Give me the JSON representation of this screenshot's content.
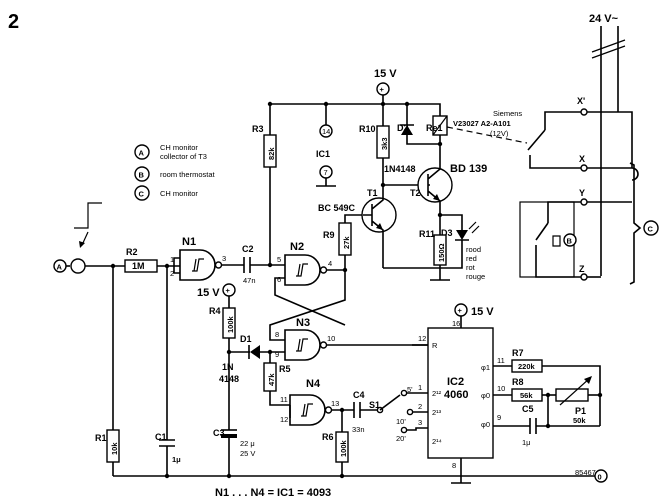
{
  "figure": {
    "number": "2",
    "code": "85467-2",
    "footer": "N1 . . . N4 = IC1 = 4093"
  },
  "power": {
    "supply_top": "15 V",
    "supply_left": "15 V",
    "supply_ic2": "15 V",
    "ac_supply": "24 V~"
  },
  "legend": [
    {
      "letter": "A",
      "line1": "CH monitor",
      "line2": "collector of T3"
    },
    {
      "letter": "B",
      "line1": "room thermostat",
      "line2": ""
    },
    {
      "letter": "C",
      "line1": "CH monitor",
      "line2": ""
    }
  ],
  "gates": {
    "n1": "N1",
    "n2": "N2",
    "n3": "N3",
    "n4": "N4",
    "n1_pins": [
      "1",
      "2",
      "3"
    ],
    "n2_pins": [
      "5",
      "6",
      "4"
    ],
    "n3_pins": [
      "8",
      "9",
      "10"
    ],
    "n4_pins": [
      "11",
      "12",
      "13"
    ]
  },
  "ic1": {
    "name": "IC1",
    "pin_vdd": "14",
    "pin_gnd": "7"
  },
  "ic2": {
    "name": "IC2",
    "type": "4060",
    "pin_vdd": "16",
    "pin_gnd": "8",
    "pin_r": "R",
    "reset_pin": "12",
    "out_pins": [
      "1",
      "2",
      "3"
    ],
    "out_labels": [
      "2¹²",
      "2¹³",
      "2¹⁴"
    ],
    "osc_pins": [
      "11",
      "10",
      "9"
    ],
    "osc_labels": [
      "φ1",
      "φ0",
      "φ0"
    ]
  },
  "components": {
    "r1": "R1",
    "r1_val": "10k",
    "r2": "R2",
    "r2_val": "1M",
    "r3": "R3",
    "r3_val": "82k",
    "r4": "R4",
    "r4_val": "100k",
    "r5": "R5",
    "r5_val": "47k",
    "r6": "R6",
    "r6_val": "100k",
    "r7": "R7",
    "r7_val": "220k",
    "r8": "R8",
    "r8_val": "56k",
    "r9": "R9",
    "r9_val": "27k",
    "r10": "R10",
    "r10_val": "3k3",
    "r11": "R11",
    "r11_val": "150Ω",
    "p1": "P1",
    "p1_val": "50k",
    "c1": "C1",
    "c1_val": "1μ",
    "c2": "C2",
    "c2_val": "47n",
    "c3": "C3",
    "c3_val": "22 μ",
    "c3_volt": "25 V",
    "c4": "C4",
    "c4_val": "33n",
    "c5": "C5",
    "c5_val": "1μ",
    "d1": "D1",
    "d1_type": "1N",
    "d1_type2": "4148",
    "d2": "D2",
    "d2_type": "1N4148",
    "d3": "D3",
    "d3_note1": "rood",
    "d3_note2": "red",
    "d3_note3": "rot",
    "d3_note4": "rouge",
    "t1": "T1",
    "t1_type": "BC 549C",
    "t2": "T2",
    "t2_type": "BD 139",
    "re1": "Re1",
    "relay_make": "Siemens",
    "relay_type": "V23027 A2-A101",
    "relay_volt": "(12V)",
    "s1": "S1",
    "s1_pos": [
      "5'",
      "10'",
      "20'"
    ]
  },
  "terminals": {
    "x_prime": "X'",
    "x": "X",
    "y": "Y",
    "z": "Z"
  },
  "markers": {
    "a": "A",
    "b": "B",
    "c": "C",
    "ground": "0"
  }
}
